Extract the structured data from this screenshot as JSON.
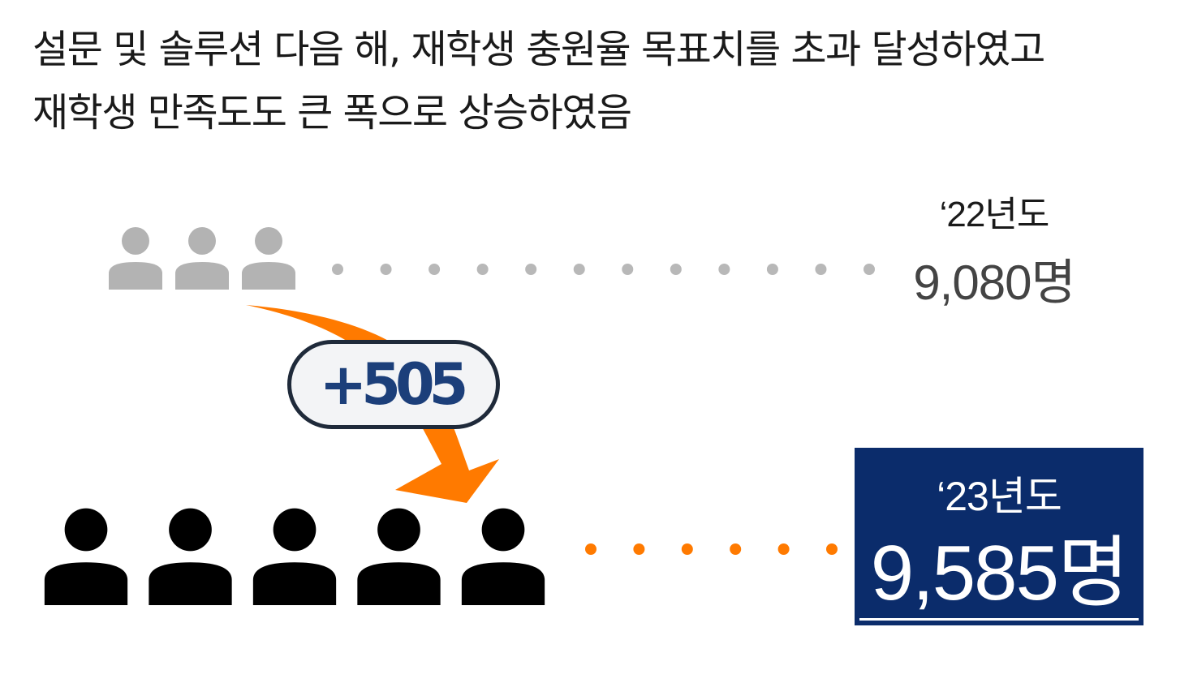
{
  "headline": {
    "line1": "설문 및 솔루션 다음 해, 재학생 충원율 목표치를 초과 달성하였고",
    "line2": "재학생 만족도도 큰 폭으로 상승하였음"
  },
  "year_2022": {
    "label": "‘22년도",
    "count": "9,080명",
    "icon_count": 3,
    "icon_name": "person-icon",
    "color": "#b3b3b3",
    "dot_color": "#b8b8b8"
  },
  "year_2023": {
    "label": "‘23년도",
    "count": "9,585명",
    "icon_count": 5,
    "icon_name": "person-icon",
    "color": "#000000",
    "box_color": "#0b2c6b",
    "dot_color": "#ff7a00"
  },
  "change": {
    "label": "+505",
    "arrow_color": "#ff7a00",
    "arrow_icon": "curved-arrow-icon"
  }
}
